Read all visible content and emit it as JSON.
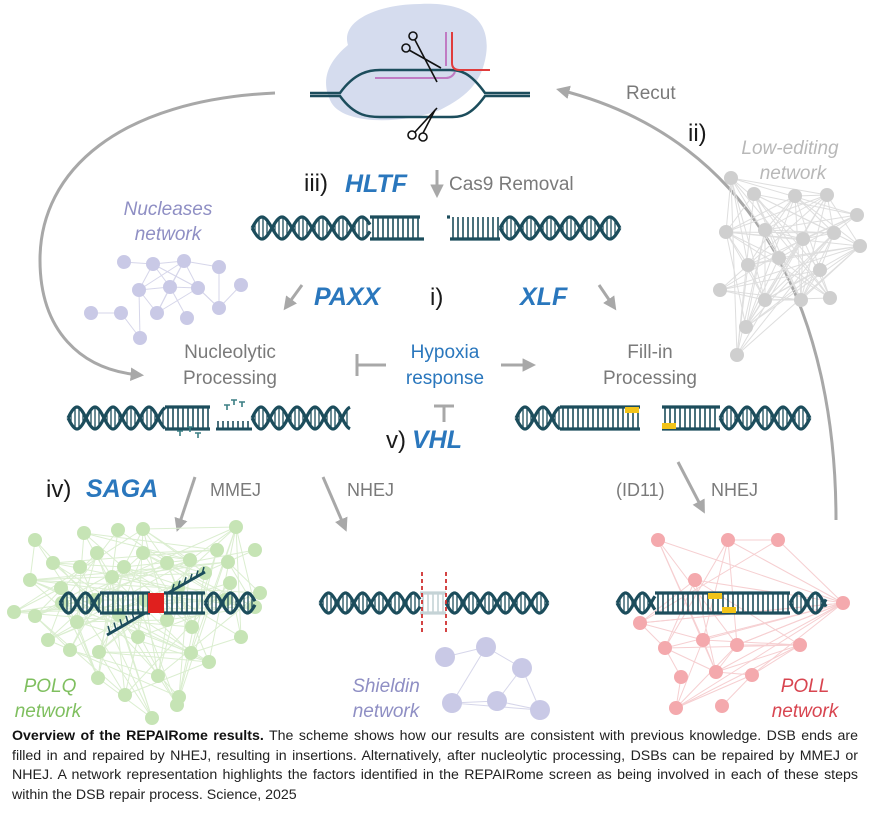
{
  "diagram": {
    "top_labels": {
      "recut": "Recut",
      "step_ii": "ii)",
      "step_iii": "iii)",
      "hltf": "HLTF",
      "cas9_removal": "Cas9 Removal"
    },
    "middle_labels": {
      "paxx": "PAXX",
      "step_i": "i)",
      "xlf": "XLF",
      "nucleolytic_line1": "Nucleolytic",
      "nucleolytic_line2": "Processing",
      "hypoxia_line1": "Hypoxia",
      "hypoxia_line2": "response",
      "fillin_line1": "Fill-in",
      "fillin_line2": "Processing",
      "step_v": "v)",
      "vhl": "VHL"
    },
    "bottom_labels": {
      "step_iv": "iv)",
      "saga": "SAGA",
      "mmej": "MMEJ",
      "nhej_left": "NHEJ",
      "id11": "(ID11)",
      "nhej_right": "NHEJ"
    },
    "networks": {
      "low_editing": {
        "line1": "Low-editing",
        "line2": "network",
        "color": "#b8b8b8",
        "node_color": "#cfcfcf"
      },
      "nucleases": {
        "line1": "Nucleases",
        "line2": "network",
        "color": "#8f8fc4",
        "node_color": "#c9c9e6"
      },
      "polq": {
        "line1": "POLQ",
        "line2": "network",
        "color": "#7fbf5f",
        "node_color": "#c6e4b5"
      },
      "shieldin": {
        "line1": "Shieldin",
        "line2": "network",
        "color": "#8f8fc4",
        "node_color": "#c9c9e6"
      },
      "poll": {
        "line1": "POLL",
        "line2": "network",
        "color": "#d84550",
        "node_color": "#f4a9ad"
      }
    },
    "colors": {
      "dna": "#1c4d5c",
      "gene_blue": "#2a77bd",
      "arrow_gray": "#a8a8a8",
      "cas9_blob": "#d5dcee",
      "guide_rna": "#c07bc3",
      "scaffold_red": "#e03c3c",
      "fill_yellow": "#f2c318",
      "microhomology_red": "#e0201e"
    }
  },
  "caption": {
    "bold": "Overview of the REPAIRome results.",
    "text": " The scheme shows how our results are consistent with previous knowledge. DSB ends are filled in and repaired by NHEJ, resulting in insertions. Alternatively, after nucleolytic processing, DSBs can be repaired by MMEJ or NHEJ. A network representation highlights the factors identified in the REPAIRome screen as being involved in each of these steps within the DSB repair process. Science, 2025"
  }
}
